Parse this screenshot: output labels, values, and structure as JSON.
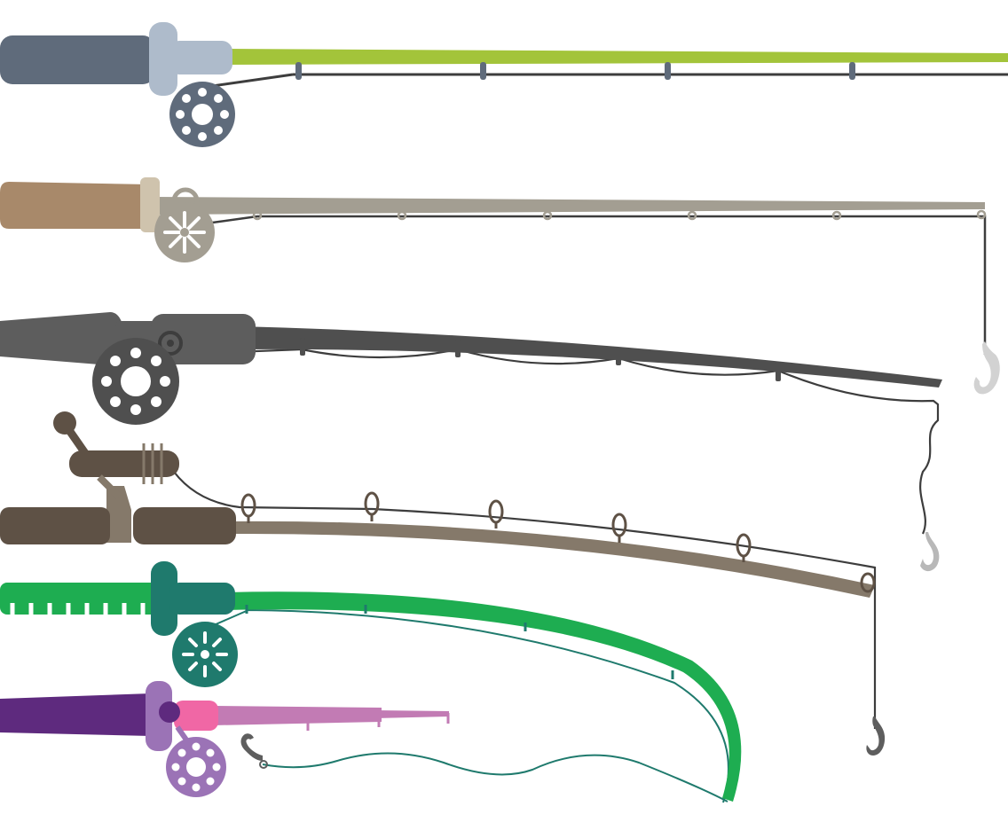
{
  "illustration": {
    "rods": [
      {
        "id": "fly-rod",
        "colors": {
          "grip": "#5f6b7b",
          "seat": "#aebbcb",
          "blank": "#a3c43a",
          "guide": "#5f6b7b",
          "reel": "#5f6b7b",
          "line": "#3d3d3d"
        }
      },
      {
        "id": "spinning-rod",
        "colors": {
          "grip": "#a8896a",
          "seat": "#cfc3ad",
          "blank": "#a39e92",
          "reel": "#a39e92",
          "hook": "#d2d2d2",
          "line": "#3d3d3d"
        }
      },
      {
        "id": "casting-rod",
        "colors": {
          "grip": "#5d5d5d",
          "blank": "#4f4f4f",
          "reel": "#4f4f4f",
          "hook": "#b8b8b8",
          "line": "#3d3d3d"
        }
      },
      {
        "id": "spincast-rod",
        "colors": {
          "grip": "#5e5145",
          "blank": "#85796a",
          "reel": "#5e5145",
          "hook": "#5e5e5e",
          "line": "#3d3d3d"
        }
      },
      {
        "id": "green-bent-rod",
        "colors": {
          "grip": "#1ead51",
          "seat": "#1f7a6d",
          "blank": "#1ead51",
          "reel": "#1f7a6d",
          "line": "#1f7a6d"
        }
      },
      {
        "id": "purple-telescopic-rod",
        "colors": {
          "grip": "#5e2a7e",
          "seat": "#9b73b6",
          "blank": "#c27bb4",
          "ferrule": "#f067a5",
          "reel": "#9b73b6",
          "line": "#1f7a6d",
          "hook": "#5e5e5e"
        }
      }
    ]
  }
}
